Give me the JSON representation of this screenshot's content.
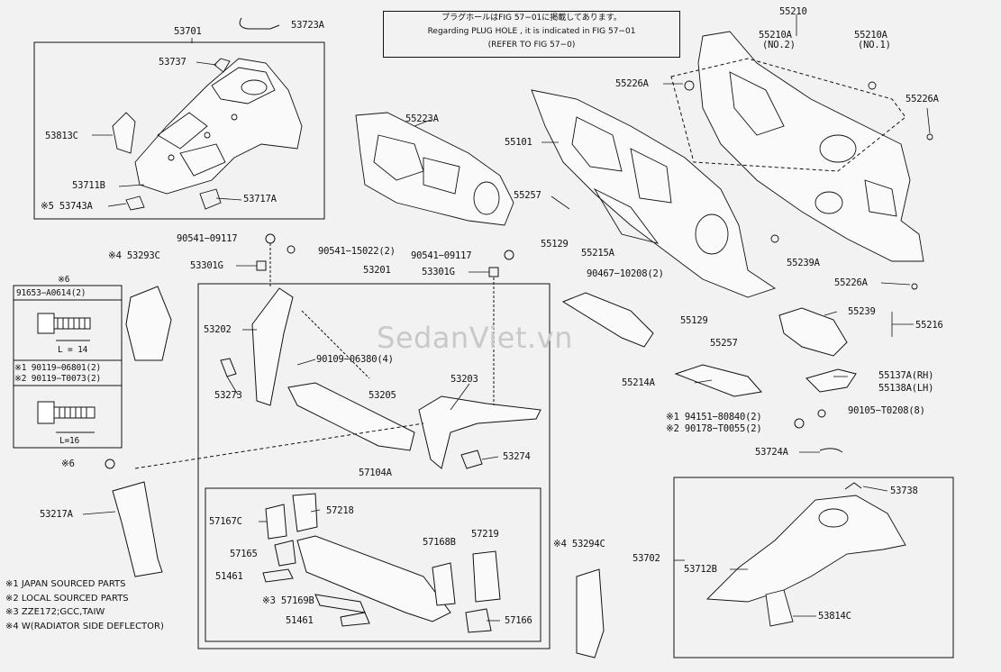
{
  "watermark": "SedanViet.vn",
  "note": {
    "line1": "プラグホールはFIG 57−01に掲載してあります。",
    "line2": "Regarding  PLUG  HOLE , it is indicated in  FIG  57−01",
    "line3": "(REFER  TO  FIG 57−0)"
  },
  "legend": [
    "※1 JAPAN SOURCED PARTS",
    "※2 LOCAL SOURCED PARTS",
    "※3 ZZE172;GCC,TAIW",
    "※4 W(RADIATOR SIDE DEFLECTOR)"
  ],
  "bolt_box": {
    "ref": "※6",
    "part1": "91653−A0614(2)",
    "dim1": "L = 14",
    "part2a": "※1 90119−06801(2)",
    "part2b": "※2 90119−T0073(2)",
    "dim2": "L=16"
  },
  "labels": {
    "p53701": "53701",
    "p53723A": "53723A",
    "p53737": "53737",
    "p53813C": "53813C",
    "p53711B": "53711B",
    "p53743A": "※5 53743A",
    "p53717A": "53717A",
    "p55223A": "55223A",
    "p55101": "55101",
    "p55257a": "55257",
    "p55129a": "55129",
    "p55210": "55210",
    "p55210A2": "55210A",
    "p55210A2n": "(NO.2)",
    "p55210A1": "55210A",
    "p55210A1n": "(NO.1)",
    "p55226A1": "55226A",
    "p55226A2": "55226A",
    "p55226A3": "55226A",
    "p90541a": "90541−09117",
    "p90541b": "90541−15022(2)",
    "p90541c": "90541−09117",
    "p53293C": "※4 53293C",
    "p53301Ga": "53301G",
    "p53301Gb": "53301G",
    "p53201": "53201",
    "p55215A": "55215A",
    "p90467": "90467−10208(2)",
    "p55239A": "55239A",
    "p55239": "55239",
    "p55216": "55216",
    "p55129b": "55129",
    "p55257b": "55257",
    "p53202": "53202",
    "p90109": "90109−06380(4)",
    "p53273": "53273",
    "p53205": "53205",
    "p53203": "53203",
    "p55214A": "55214A",
    "p55137A": "55137A(RH)",
    "p55138A": "55138A(LH)",
    "p94151": "※1 94151−80840(2)",
    "p90178": "※2 90178−T0055(2)",
    "p90105": "90105−T0208(8)",
    "p53274": "53274",
    "p53724A": "53724A",
    "p53738": "53738",
    "p57104A": "57104A",
    "p6": "※6",
    "p53217A": "53217A",
    "p57167C": "57167C",
    "p57218": "57218",
    "p57165": "57165",
    "p57168B": "57168B",
    "p57219": "57219",
    "p51461a": "51461",
    "p57169B": "※3 57169B",
    "p51461b": "51461",
    "p57166": "57166",
    "p53294C": "※4 53294C",
    "p53702": "53702",
    "p53712B": "53712B",
    "p53814C": "53814C"
  }
}
